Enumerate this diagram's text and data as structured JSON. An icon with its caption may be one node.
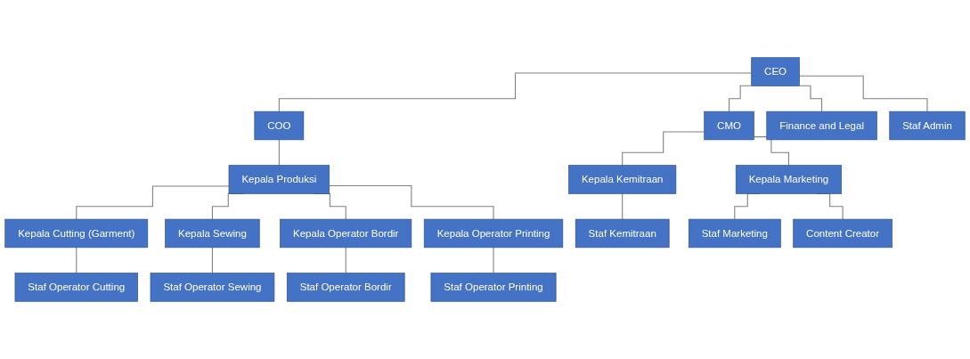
{
  "diagram": {
    "nodes": [
      {
        "text": [
          "CEO"
        ]
      },
      {
        "text": [
          "COO"
        ]
      },
      {
        "text": [
          "CMO"
        ]
      },
      {
        "text": [
          "Finance and Legal"
        ]
      },
      {
        "text": [
          "Staf Admin"
        ]
      },
      {
        "text": [
          "Kepala Produksi"
        ]
      },
      {
        "text": [
          "Kepala Kemitraan"
        ]
      },
      {
        "text": [
          "Kepala Marketing"
        ]
      },
      {
        "text": [
          "Kepala Cutting (Garment)"
        ]
      },
      {
        "text": [
          "Kepala Sewing"
        ]
      },
      {
        "text": [
          "Kepala Operator Bordir"
        ]
      },
      {
        "text": [
          "Kepala Operator Printing"
        ]
      },
      {
        "text": [
          "Staf Kemitraan"
        ]
      },
      {
        "text": [
          "Staf Marketing"
        ]
      },
      {
        "text": [
          "Content Creator"
        ]
      },
      {
        "text": [
          "Staf Operator Cutting"
        ]
      },
      {
        "text": [
          "Staf Operator Sewing"
        ]
      },
      {
        "text": [
          "Staf Operator Bordir"
        ]
      },
      {
        "text": [
          "Staf Operator Printing"
        ]
      }
    ],
    "edges": [
      {
        "from": 0,
        "to": 1,
        "arrow": "none"
      },
      {
        "from": 0,
        "to": 2,
        "arrow": "none"
      },
      {
        "from": 0,
        "to": 3,
        "arrow": "none"
      },
      {
        "from": 0,
        "to": 4,
        "arrow": "none"
      },
      {
        "from": 1,
        "to": 5,
        "arrow": "none"
      },
      {
        "from": 2,
        "to": 6,
        "arrow": "none"
      },
      {
        "from": 2,
        "to": 7,
        "arrow": "none"
      },
      {
        "from": 5,
        "to": 8,
        "arrow": "none"
      },
      {
        "from": 5,
        "to": 9,
        "arrow": "none"
      },
      {
        "from": 5,
        "to": 10,
        "arrow": "none"
      },
      {
        "from": 5,
        "to": 11,
        "arrow": "none"
      },
      {
        "from": 6,
        "to": 12,
        "arrow": "none"
      },
      {
        "from": 7,
        "to": 13,
        "arrow": "none"
      },
      {
        "from": 7,
        "to": 14,
        "arrow": "none"
      },
      {
        "from": 8,
        "to": 15,
        "arrow": "none"
      },
      {
        "from": 9,
        "to": 16,
        "arrow": "none"
      },
      {
        "from": 10,
        "to": 17,
        "arrow": "none"
      },
      {
        "from": 11,
        "to": 18,
        "arrow": "none"
      }
    ]
  }
}
